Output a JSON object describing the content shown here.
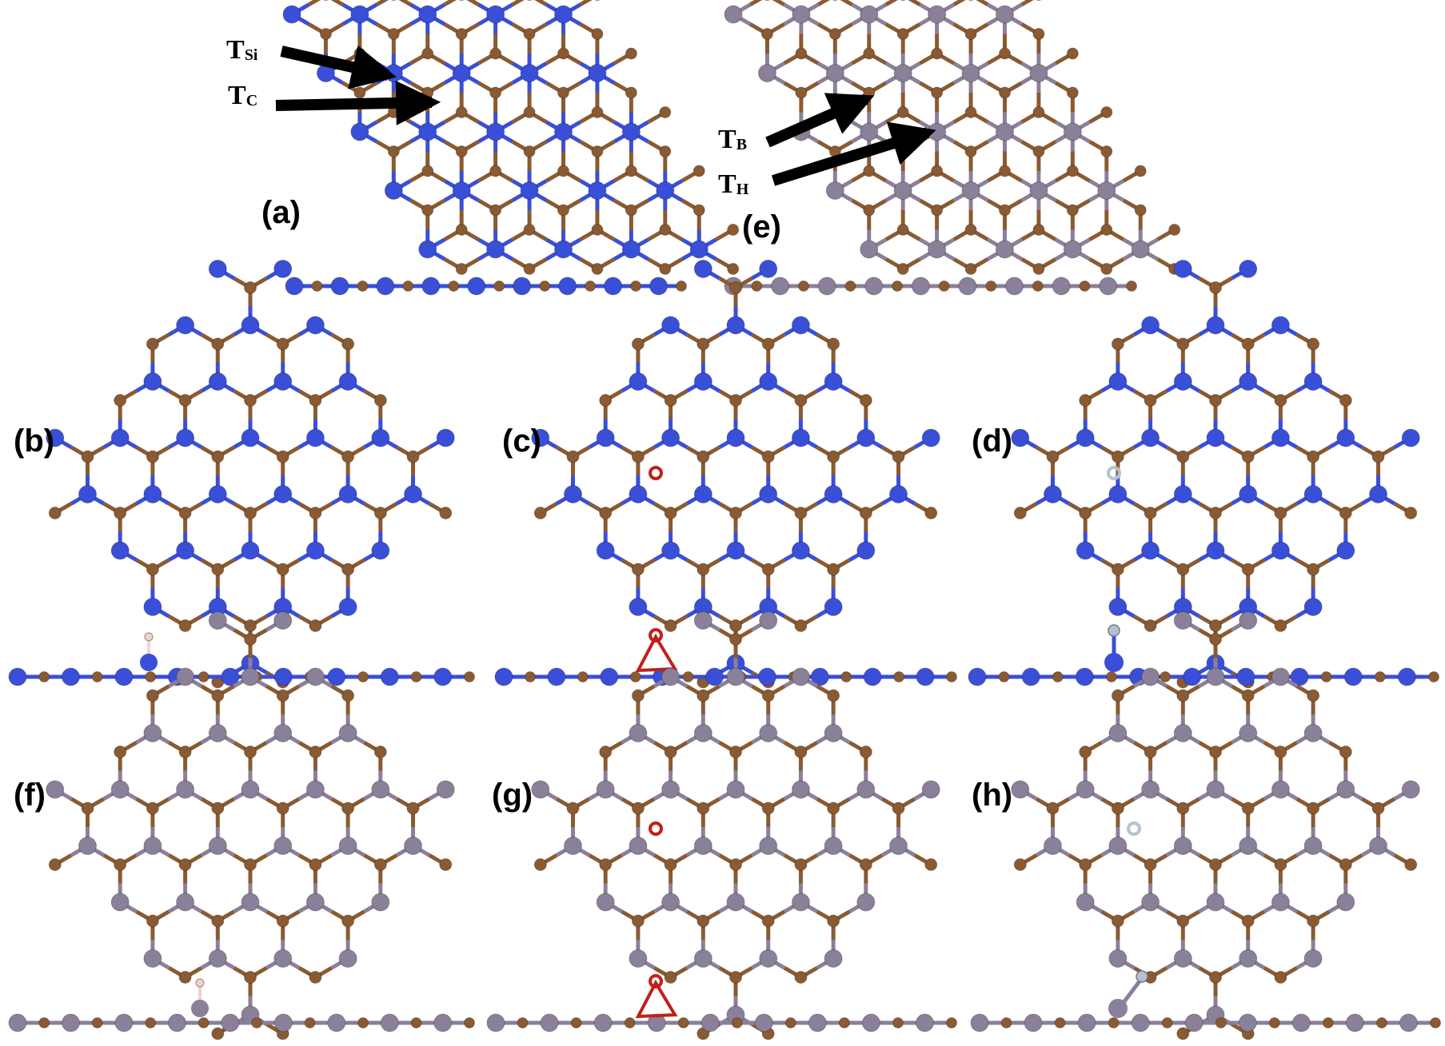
{
  "colors": {
    "silicon": "#3a4fd8",
    "boron": "#8a8099",
    "carbon": "#8a5a32",
    "oxygen": "#c0201a",
    "hydrogen": "#f2d2cc",
    "nitrogen": "#b4c2d0",
    "arrow": "#000000"
  },
  "panels": {
    "a": {
      "label": "(a)"
    },
    "b": {
      "label": "(b)"
    },
    "c": {
      "label": "(c)"
    },
    "d": {
      "label": "(d)"
    },
    "e": {
      "label": "(e)"
    },
    "f": {
      "label": "(f)"
    },
    "g": {
      "label": "(g)"
    },
    "h": {
      "label": "(h)"
    }
  },
  "sites": {
    "t_si": {
      "main": "T",
      "sub": "Si"
    },
    "t_c": {
      "main": "T",
      "sub": "C"
    },
    "t_b": {
      "main": "T",
      "sub": "B"
    },
    "t_h": {
      "main": "T",
      "sub": "H"
    }
  },
  "icons": {
    "lattice": "hexagonal-lattice-icon",
    "arrow": "arrow-icon"
  }
}
